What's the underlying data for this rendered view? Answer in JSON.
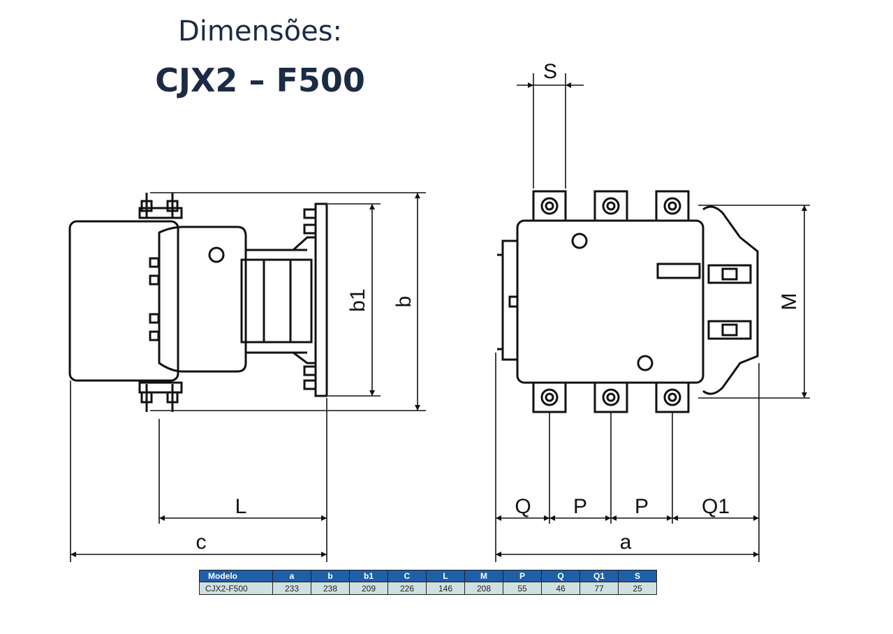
{
  "title": "Dimensões:",
  "model_name": "CJX2 – F500",
  "labels": {
    "side": {
      "b": "b",
      "b1": "b1",
      "L": "L",
      "c": "c"
    },
    "front": {
      "S": "S",
      "M": "M",
      "Q": "Q",
      "P1": "P",
      "P2": "P",
      "Q1": "Q1",
      "a": "a"
    }
  },
  "table": {
    "headers": [
      "Modelo",
      "a",
      "b",
      "b1",
      "C",
      "L",
      "M",
      "P",
      "Q",
      "Q1",
      "S"
    ],
    "rows": [
      [
        "CJX2-F500",
        "233",
        "238",
        "209",
        "226",
        "146",
        "208",
        "55",
        "46",
        "77",
        "25"
      ]
    ]
  }
}
